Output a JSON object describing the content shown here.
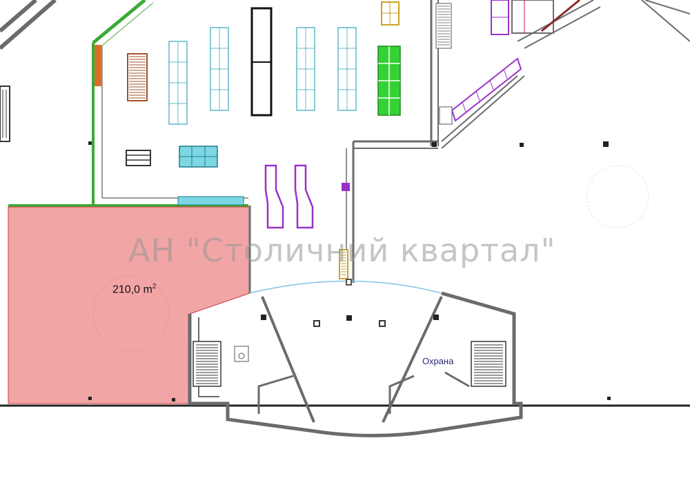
{
  "plan": {
    "highlighted_area": "210,0 m",
    "area_unit_sup": "2",
    "room_label": "Охрана",
    "watermark": "АН \"Столичний квартал\"",
    "colors": {
      "highlight_fill": "#f2a5a5",
      "green_wall": "#3aaa35",
      "fixture_teal": "#7dd7e3",
      "fixture_purple": "#9b30c9",
      "fixture_green": "#36d136",
      "fixture_brown": "#a0522d",
      "fixture_yellow": "#c9a227"
    }
  }
}
